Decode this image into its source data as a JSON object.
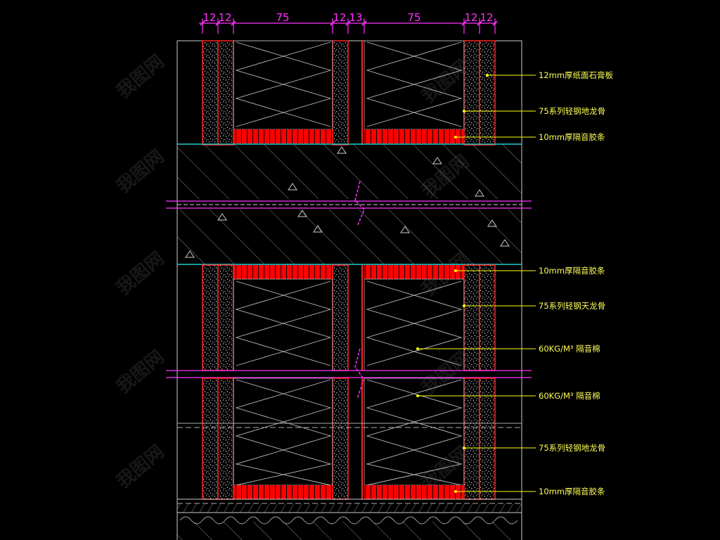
{
  "dimensions": [
    "12",
    "12",
    "75",
    "12",
    "13",
    "75",
    "12",
    "12"
  ],
  "labels": [
    {
      "id": "gypsum-board",
      "text": "12mm厚纸面石膏板"
    },
    {
      "id": "floor-runner-top",
      "text": "75系列轻钢地龙骨"
    },
    {
      "id": "sound-strip-top",
      "text": "10mm厚隔音胶条"
    },
    {
      "id": "sound-strip-mid",
      "text": "10mm厚隔音胶条"
    },
    {
      "id": "ceiling-runner",
      "text": "75系列轻钢天龙骨"
    },
    {
      "id": "insulation-1",
      "text": "60KG/M³ 隔音棉"
    },
    {
      "id": "insulation-2",
      "text": "60KG/M³ 隔音棉"
    },
    {
      "id": "floor-runner-bottom",
      "text": "75系列轻钢地龙骨"
    },
    {
      "id": "sound-strip-bottom",
      "text": "10mm厚隔音胶条"
    }
  ],
  "watermark": "我图网",
  "colors": {
    "background": "#000000",
    "dimension": "#ff33ff",
    "leader": "#ffff00",
    "board-edge": "#ff2222",
    "strip": "#ff0000",
    "outline": "#cccccc",
    "slab-edge": "#22cccc"
  }
}
